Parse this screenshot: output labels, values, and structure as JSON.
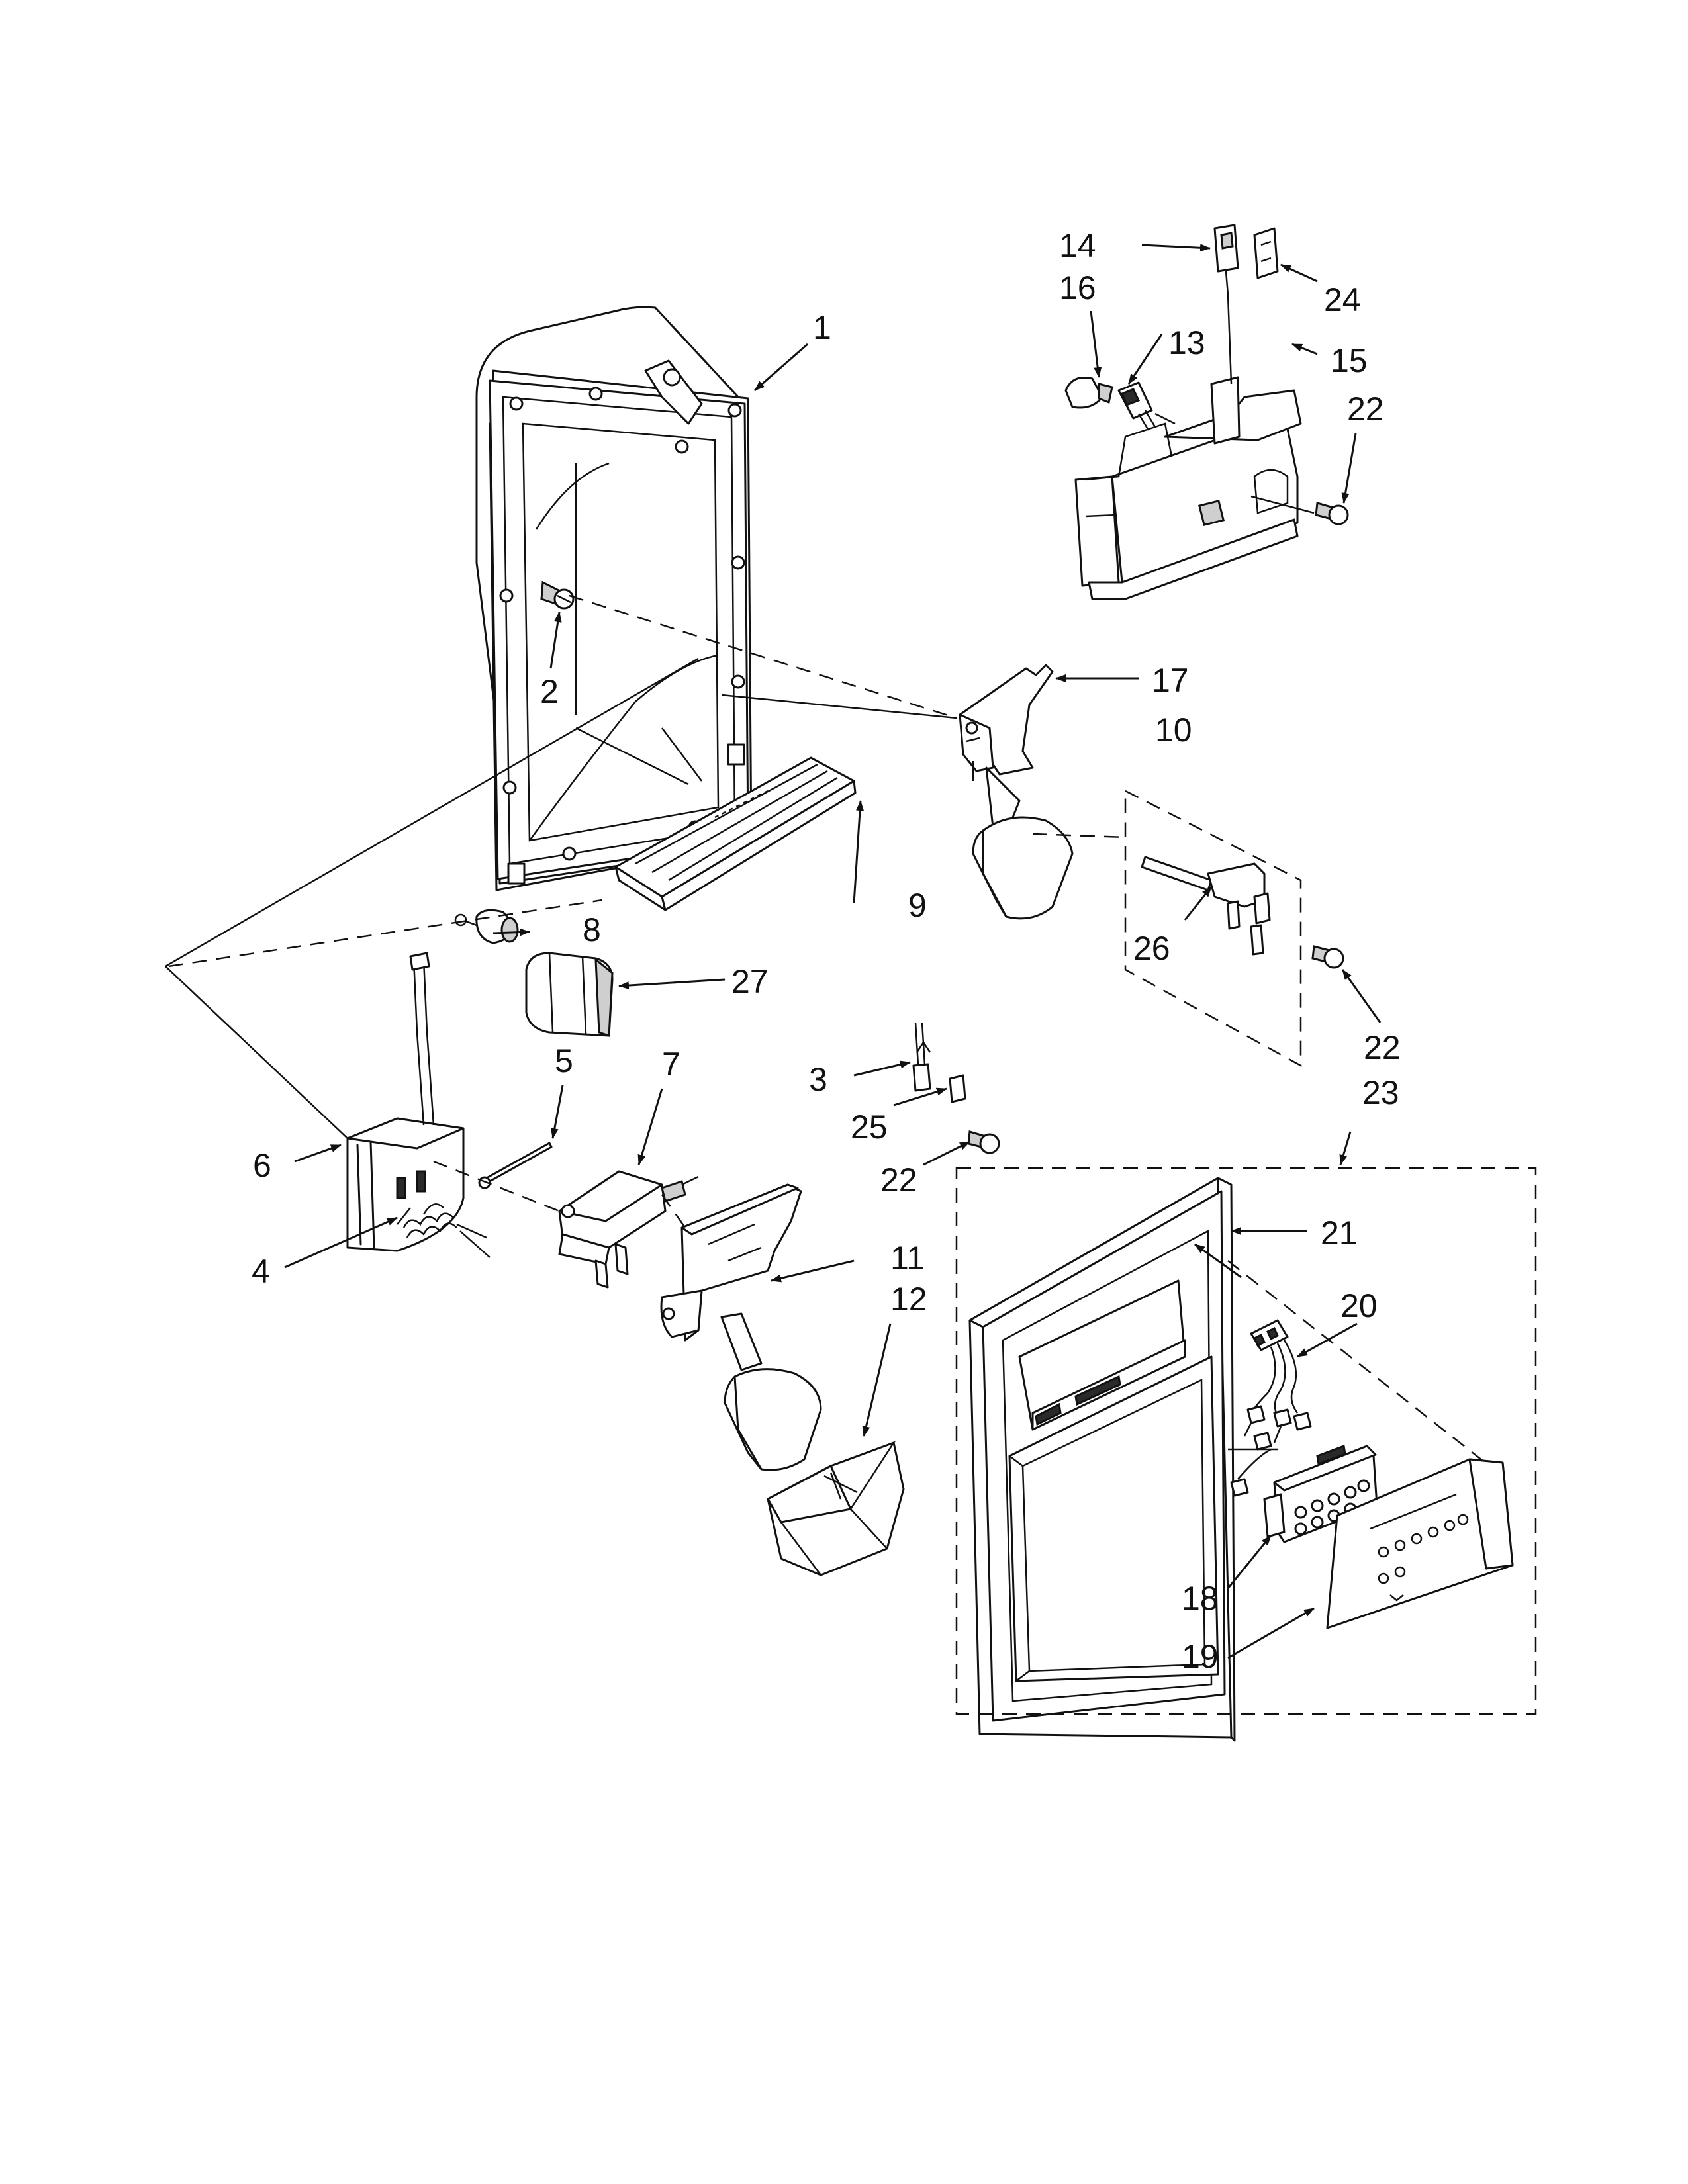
{
  "callouts": [
    {
      "id": "c1",
      "text": "1"
    },
    {
      "id": "c2",
      "text": "2"
    },
    {
      "id": "c3",
      "text": "3"
    },
    {
      "id": "c4",
      "text": "4"
    },
    {
      "id": "c5",
      "text": "5"
    },
    {
      "id": "c6",
      "text": "6"
    },
    {
      "id": "c7",
      "text": "7"
    },
    {
      "id": "c8",
      "text": "8"
    },
    {
      "id": "c9",
      "text": "9"
    },
    {
      "id": "c10",
      "text": "10"
    },
    {
      "id": "c11",
      "text": "11"
    },
    {
      "id": "c12",
      "text": "12"
    },
    {
      "id": "c13",
      "text": "13"
    },
    {
      "id": "c14",
      "text": "14"
    },
    {
      "id": "c15",
      "text": "15"
    },
    {
      "id": "c16",
      "text": "16"
    },
    {
      "id": "c17",
      "text": "17"
    },
    {
      "id": "c18",
      "text": "18"
    },
    {
      "id": "c19",
      "text": "19"
    },
    {
      "id": "c20",
      "text": "20"
    },
    {
      "id": "c21",
      "text": "21"
    },
    {
      "id": "c22a",
      "text": "22"
    },
    {
      "id": "c22b",
      "text": "22"
    },
    {
      "id": "c22c",
      "text": "22"
    },
    {
      "id": "c23",
      "text": "23"
    },
    {
      "id": "c24",
      "text": "24"
    },
    {
      "id": "c25",
      "text": "25"
    },
    {
      "id": "c26",
      "text": "26"
    },
    {
      "id": "c27",
      "text": "27"
    }
  ]
}
